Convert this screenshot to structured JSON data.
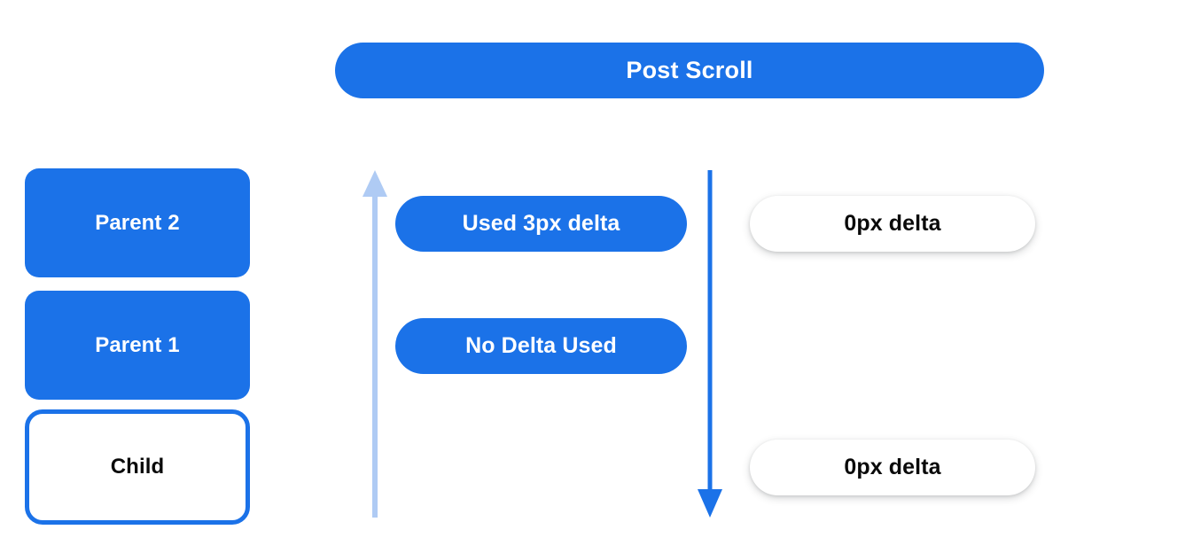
{
  "header": {
    "title": "Post Scroll"
  },
  "colors": {
    "primary_blue": "#1B72E8",
    "light_blue_arrow": "#AFCBF4",
    "white": "#FFFFFF",
    "text_dark": "#0A0A0A",
    "background": "#FFFFFF"
  },
  "stack": {
    "boxes": [
      {
        "label": "Parent 2",
        "style": "filled"
      },
      {
        "label": "Parent 1",
        "style": "filled"
      },
      {
        "label": "Child",
        "style": "outlined"
      }
    ]
  },
  "arrows": [
    {
      "name": "scroll-up-arrow",
      "direction": "up",
      "color": "#AFCBF4"
    },
    {
      "name": "scroll-down-arrow",
      "direction": "down",
      "color": "#1B72E8"
    }
  ],
  "middle_column": {
    "pills": [
      {
        "label": "Used 3px delta"
      },
      {
        "label": "No Delta Used"
      }
    ]
  },
  "right_column": {
    "pills": [
      {
        "label": "0px delta"
      },
      {
        "label": "0px delta"
      }
    ]
  }
}
